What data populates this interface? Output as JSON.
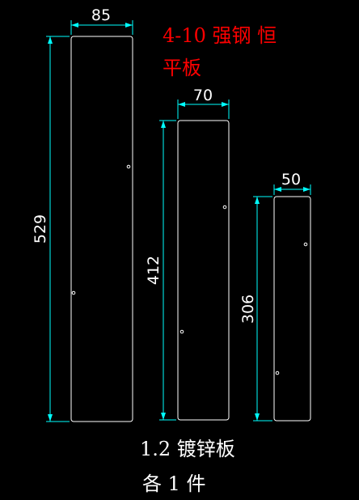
{
  "colors": {
    "background": "#000000",
    "outline": "#ffffff",
    "dimension": "#00ffff",
    "title": "#ff0000",
    "note": "#ffffff"
  },
  "title": {
    "line1": "4-10 强钢 恒",
    "line2": "平板"
  },
  "note": {
    "line1": "1.2 镀锌板",
    "line2": "各 1 件"
  },
  "plates": [
    {
      "id": "large",
      "width": 85,
      "height": 529,
      "width_label": "85",
      "height_label": "529"
    },
    {
      "id": "medium",
      "width": 70,
      "height": 412,
      "width_label": "70",
      "height_label": "412"
    },
    {
      "id": "small",
      "width": 50,
      "height": 306,
      "width_label": "50",
      "height_label": "306"
    }
  ]
}
